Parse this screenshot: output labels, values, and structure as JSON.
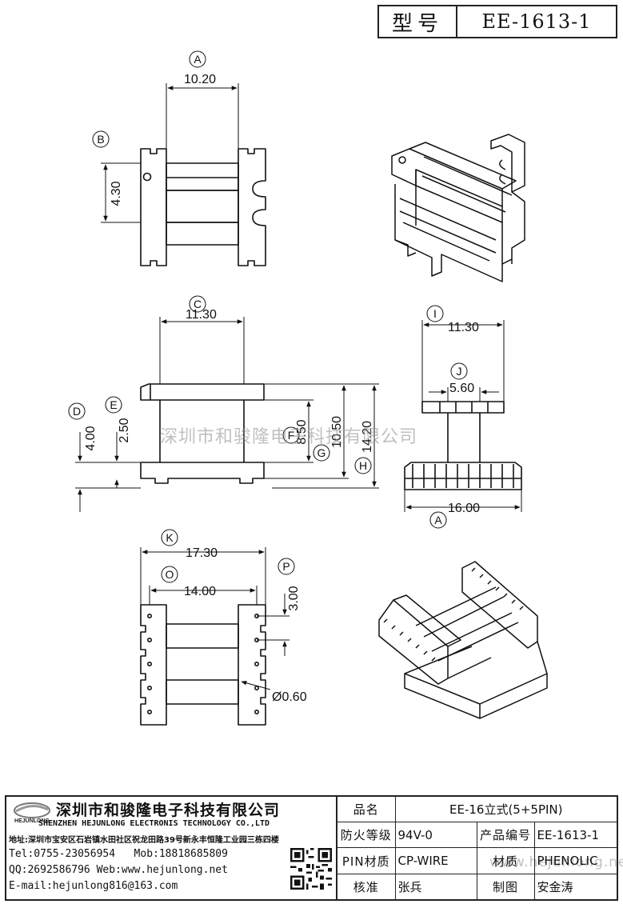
{
  "title_block": {
    "label": "型号",
    "model": "EE-1613-1"
  },
  "dimensions": {
    "A_width": "10.20",
    "B_height": "4.30",
    "C_width": "11.30",
    "D_height": "4.00",
    "E_height": "2.50",
    "F_height": "8.50",
    "G_height": "10.50",
    "H_height": "14.20",
    "I_width": "11.30",
    "J_width": "5.60",
    "A2_width": "16.00",
    "K_width": "17.30",
    "O_width": "14.00",
    "P_height": "3.00",
    "pin_diameter": "Ø0.60"
  },
  "callouts": {
    "A": "A",
    "B": "B",
    "C": "C",
    "D": "D",
    "E": "E",
    "F": "F",
    "G": "G",
    "H": "H",
    "I": "I",
    "J": "J",
    "K": "K",
    "O": "O",
    "P": "P"
  },
  "watermark": "深圳市和骏隆电子科技有限公司",
  "watermark_url": "www.hejunlong.net",
  "company": {
    "logo_text": "HEJUNLONG",
    "name_cn": "深圳市和骏隆电子科技有限公司",
    "name_en": "SHENZHEN HEJUNLONG ELECTRONIS TECHNOLOGY CO.,LTD",
    "address": "地址:深圳市宝安区石岩镇水田社区祝龙田路39号新永丰恒隆工业园三栋四楼",
    "tel": "Tel:0755-23056954",
    "mob": "Mob:18818685809",
    "qq": "QQ:2692586796",
    "web": "Web:www.hejunlong.net",
    "email": "E-mail:hejunlong816@163.com"
  },
  "info": {
    "name_label": "品名",
    "name_value": "EE-16立式(5+5PIN)",
    "fire_label": "防火等级",
    "fire_value": "94V-0",
    "code_label": "产品编号",
    "code_value": "EE-1613-1",
    "pin_label": "PIN材质",
    "pin_value": "CP-WIRE",
    "material_label": "材质",
    "material_value": "PHENOLIC",
    "check_label": "核准",
    "check_value": "张兵",
    "draw_label": "制图",
    "draw_value": "安金涛"
  },
  "colors": {
    "line": "#111111",
    "border": "#222222",
    "watermark": "#8c8c8c"
  }
}
